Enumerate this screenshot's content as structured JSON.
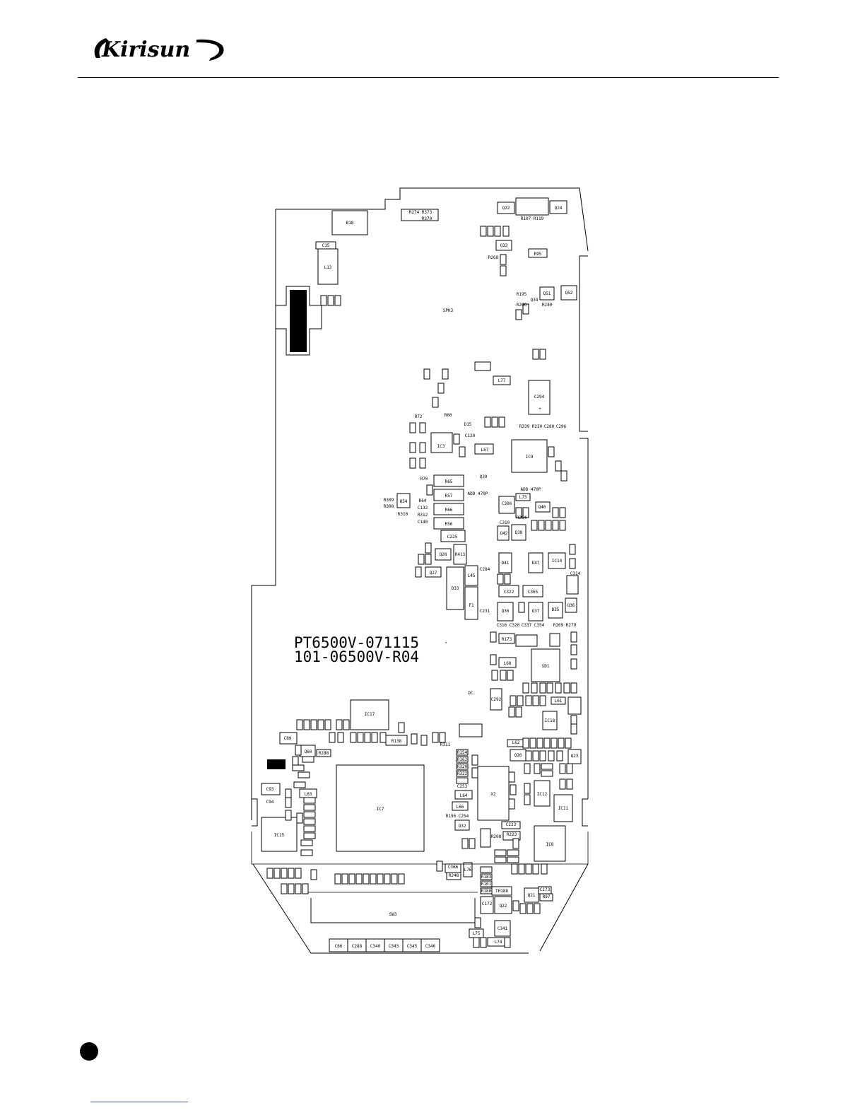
{
  "brand": {
    "logo_text": "Kirisun"
  },
  "board": {
    "model_line": "PT6500V-071115",
    "part_line": "101-06500V-R04",
    "labels": {
      "q22": "Q22",
      "q24": "Q24",
      "r107": "R107",
      "r119": "R119",
      "r274": "R274",
      "r373": "R373",
      "r370": "R370",
      "b18": "B18",
      "c15": "C15",
      "l13": "L13",
      "spk": "SPK3",
      "q33": "Q33",
      "r95": "R95",
      "r268": "R268",
      "q34": "Q34",
      "q51": "Q51",
      "q52": "Q52",
      "r240": "R240",
      "r206": "R206",
      "r195": "R195",
      "c294": "C294",
      "l77": "L77",
      "c296": "C296",
      "c280": "C280",
      "r339": "R339",
      "r230": "R230",
      "r72": "R72",
      "r60": "R60",
      "c120": "C120",
      "d15": "D15",
      "ic3": "IC3",
      "ic9": "IC9",
      "l67": "L67",
      "r65": "R65",
      "r57": "R57",
      "r66": "R66",
      "r56": "R56",
      "r64": "R64",
      "r70": "R70",
      "c225": "C225",
      "c132": "C132",
      "r312": "R312",
      "c140": "C140",
      "r309": "R309",
      "r308": "R308",
      "r310": "R310",
      "q54": "Q54",
      "q39": "Q39",
      "add1": "ADD 470P",
      "add2": "ADD 470P",
      "l73": "L73",
      "c306": "C306",
      "r264": "R264",
      "q46": "Q46",
      "c310": "C310",
      "q42": "Q42",
      "q38": "Q38",
      "r413": "R413",
      "q28": "Q28",
      "q27": "Q27",
      "d33": "D33",
      "l45": "L45",
      "f1": "F1",
      "c231": "C231",
      "c284": "C284",
      "d41": "D41",
      "d47": "D47",
      "ic14": "IC14",
      "c322": "C322",
      "c365": "C365",
      "q36": "Q36",
      "q37": "Q37",
      "d35": "D35",
      "q36b": "Q36",
      "c314": "C314",
      "c316": "C316",
      "c320": "C320",
      "c337": "C337",
      "c354": "C354",
      "r269": "R269",
      "r279": "R279",
      "r173": "R173",
      "l68": "L68",
      "sd1": "SD1",
      "dc": "DC",
      "c292": "C292",
      "l61": "L61",
      "ic17": "IC17",
      "r138": "R138",
      "r311": "R311",
      "c89": "C89",
      "q60": "Q60",
      "r288": "R288",
      "r154": "R154",
      "r162": "R162",
      "r320": "R320",
      "r322": "R322",
      "c253": "C253",
      "l64": "L64",
      "l66": "L66",
      "r196": "R196",
      "c254": "C254",
      "q32": "Q32",
      "x2": "X2",
      "ic7": "IC7",
      "ic15": "IC15",
      "c93": "C93",
      "c94": "C94",
      "l63": "L63",
      "l62": "L62",
      "q26": "Q26",
      "ic18": "IC18",
      "ic12": "IC12",
      "ic11": "IC11",
      "ic8": "IC8",
      "q23": "Q23",
      "c172": "C172",
      "c173": "C173",
      "r97": "R97",
      "q21": "Q21",
      "th188": "TH188",
      "r180": "R180",
      "r101": "R101",
      "r183": "R183",
      "r248": "R248",
      "c366": "C366",
      "l76": "L76",
      "sw3": "SW3",
      "l75": "L75",
      "l74": "L74",
      "c341": "C341",
      "c223": "C223",
      "r223": "R223",
      "r208": "R208",
      "q22b": "Q22",
      "c66": "C66",
      "c288": "C288",
      "c340": "C340",
      "c343": "C343",
      "c345": "C345",
      "c346": "C346"
    }
  }
}
